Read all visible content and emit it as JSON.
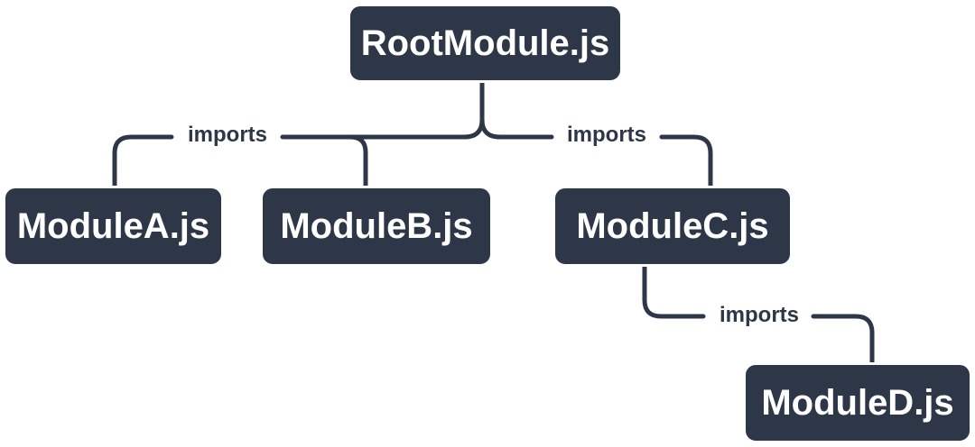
{
  "diagram": {
    "type": "module-dependency-tree",
    "nodes": [
      {
        "id": "root",
        "label": "RootModule.js"
      },
      {
        "id": "moduleA",
        "label": "ModuleA.js"
      },
      {
        "id": "moduleB",
        "label": "ModuleB.js"
      },
      {
        "id": "moduleC",
        "label": "ModuleC.js"
      },
      {
        "id": "moduleD",
        "label": "ModuleD.js"
      }
    ],
    "edges": [
      {
        "from": "RootModule.js",
        "to": "ModuleA.js",
        "label": "imports"
      },
      {
        "from": "RootModule.js",
        "to": "ModuleB.js",
        "label": ""
      },
      {
        "from": "RootModule.js",
        "to": "ModuleC.js",
        "label": "imports"
      },
      {
        "from": "ModuleC.js",
        "to": "ModuleD.js",
        "label": "imports"
      }
    ],
    "colors": {
      "node_fill": "#2d3748",
      "node_border": "#ffffff",
      "node_text": "#ffffff",
      "edge_line": "#2d3748",
      "edge_label_text": "#2d3748",
      "background": "#ffffff"
    }
  }
}
